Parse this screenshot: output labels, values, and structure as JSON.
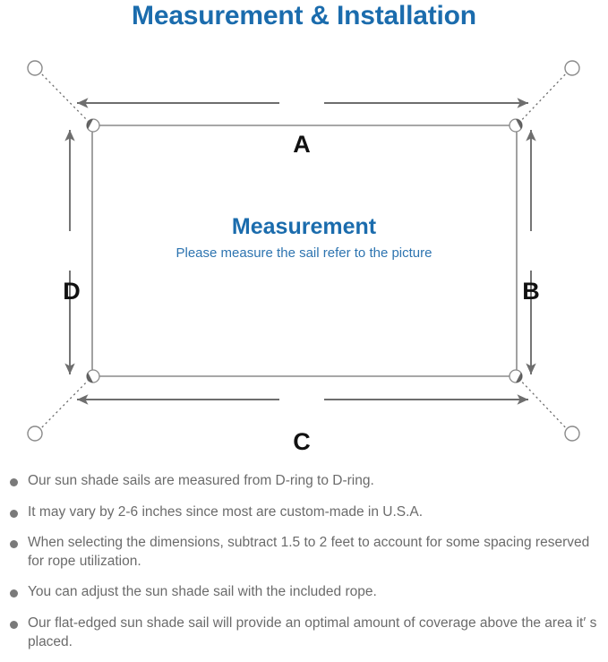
{
  "page": {
    "title": "Measurement & Installation",
    "title_color": "#1b6cad"
  },
  "diagram": {
    "name": "sun-shade-sail-measurement-diagram",
    "center_label": {
      "heading": "Measurement",
      "subheading": "Please measure the sail refer to the picture",
      "heading_color": "#1b6cad",
      "subheading_color": "#2d74b0"
    },
    "dimension_labels": {
      "top": "A",
      "right": "B",
      "bottom": "C",
      "left": "D"
    },
    "line_color": "#6e6e6e",
    "sail_outline_color": "#8a8a8a",
    "anchor_count": 4,
    "d_ring_count": 4
  },
  "notes": {
    "items": [
      "Our sun shade sails are measured from D-ring to D-ring.",
      "It may vary by 2-6 inches since most are custom-made in U.S.A.",
      "When selecting the dimensions, subtract 1.5 to 2 feet to account for some spacing reserved for rope utilization.",
      "You can adjust the sun shade sail with the included rope.",
      "Our flat-edged sun shade sail will provide an optimal amount of coverage above the area it′ s placed."
    ],
    "bullet_color": "#7a7a7a",
    "text_color": "#6b6b6b"
  }
}
